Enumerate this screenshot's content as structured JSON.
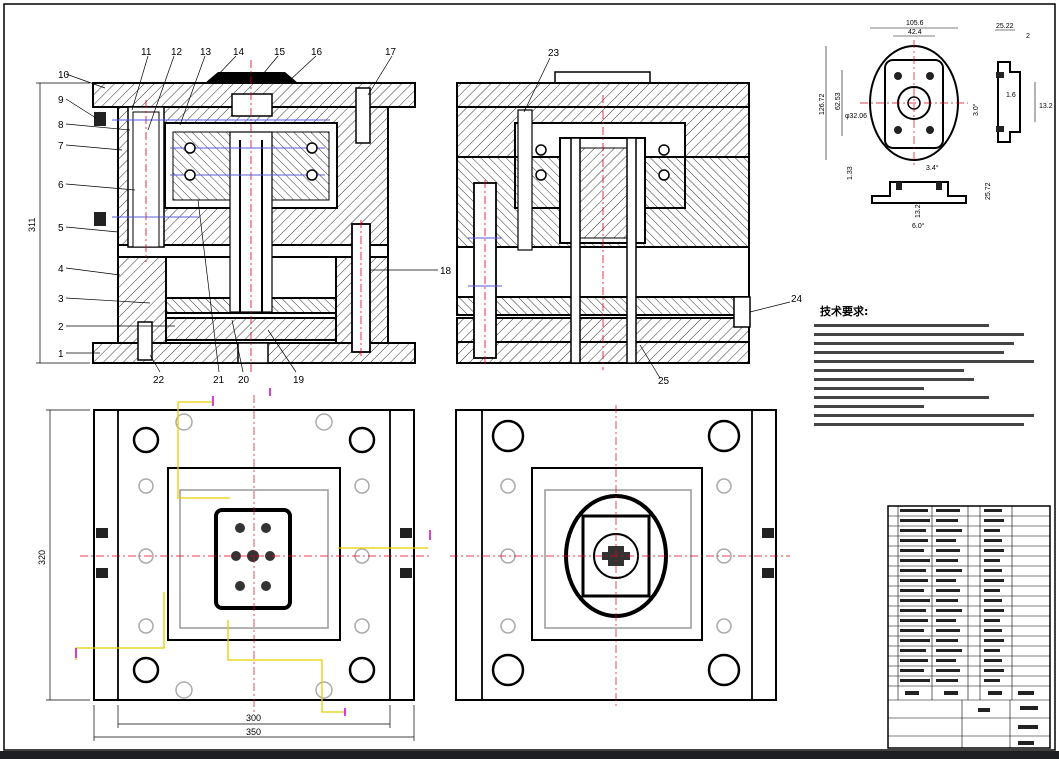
{
  "part_numbers": [
    "1",
    "2",
    "3",
    "4",
    "5",
    "6",
    "7",
    "8",
    "9",
    "10",
    "11",
    "12",
    "13",
    "14",
    "15",
    "16",
    "17",
    "18",
    "19",
    "20",
    "21",
    "22",
    "23",
    "24",
    "25"
  ],
  "dimensions": {
    "front_height": "311",
    "plan_height": "320",
    "plan_inner_width": "300",
    "plan_outer_width": "350",
    "part_105": "105.6",
    "part_42": "42.4",
    "part_25a": "25.22",
    "part_2": "2",
    "part_126": "126.72",
    "part_62": "62.53",
    "part_phi": "φ32.06",
    "part_3": "3.0°",
    "part_16": "1.6",
    "part_132": "13.2",
    "part_133": "1.33",
    "part_34": "3.4°",
    "part_25b": "25.72",
    "part_132b": "13.2",
    "part_60": "6.0°"
  },
  "tech_title": "技术要求:",
  "colors": {
    "background": "#ffffff",
    "frame": "#1e1f22",
    "lines": "#000000",
    "centerline": "#e0001b",
    "waterline": "#5b5bdc",
    "cooling_path": "#e6d000",
    "magenta_marker": "#cc00cc"
  }
}
